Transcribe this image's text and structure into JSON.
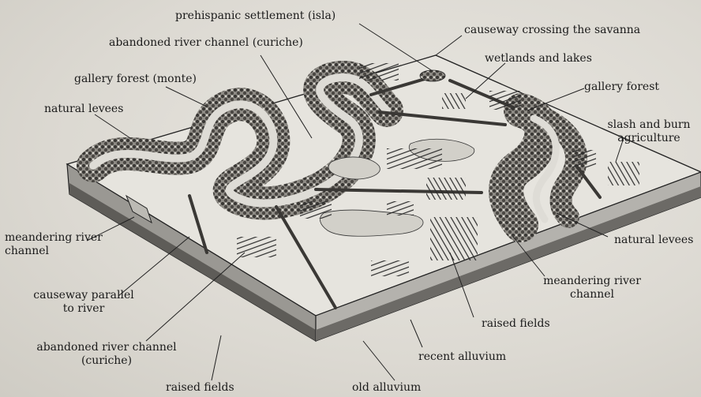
{
  "diagram": {
    "labels": {
      "prehispanic_settlement": "prehispanic settlement (isla)",
      "causeway_crossing": "causeway crossing the savanna",
      "abandoned_channel_top": "abandoned river channel (curiche)",
      "wetlands": "wetlands and lakes",
      "gallery_forest_monte": "gallery forest (monte)",
      "gallery_forest_right": "gallery forest",
      "natural_levees_left": "natural levees",
      "slash_burn_line1": "slash and burn",
      "slash_burn_line2": "agriculture",
      "meandering_left_line1": "meandering river",
      "meandering_left_line2": "channel",
      "natural_levees_right": "natural levees",
      "causeway_parallel_line1": "causeway parallel",
      "causeway_parallel_line2": "to river",
      "meandering_right_line1": "meandering river",
      "meandering_right_line2": "channel",
      "raised_fields_right": "raised fields",
      "abandoned_channel_bottom_line1": "abandoned river channel",
      "abandoned_channel_bottom_line2": "(curiche)",
      "recent_alluvium": "recent alluvium",
      "raised_fields_bottom": "raised fields",
      "old_alluvium": "old alluvium"
    }
  }
}
